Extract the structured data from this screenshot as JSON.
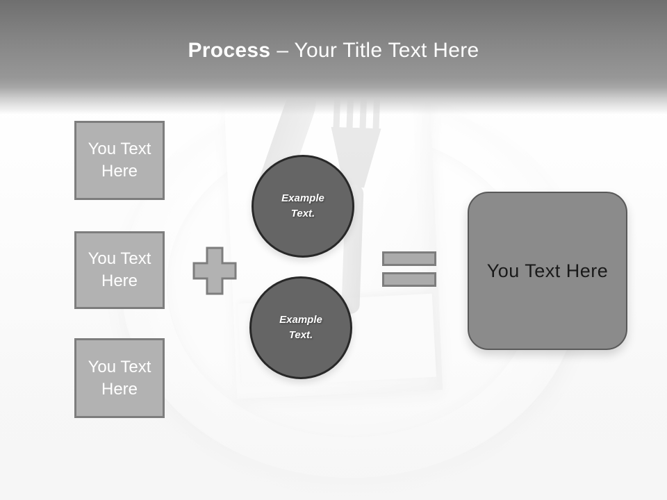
{
  "header": {
    "title_emphasis": "Process",
    "title_rest": "– Your Title Text Here"
  },
  "inputs": [
    {
      "label": "You Text Here"
    },
    {
      "label": "You Text Here"
    },
    {
      "label": "You Text Here"
    }
  ],
  "operators": [
    {
      "icon": "plus-icon"
    },
    {
      "icon": "equals-icon"
    }
  ],
  "steps": [
    {
      "label": "Example Text."
    },
    {
      "label": "Example Text."
    }
  ],
  "result": {
    "label": "You Text Here"
  },
  "background_photo": "plate-with-folded-napkin-fork-and-knife",
  "colors": {
    "header_top": "#6f6f6f",
    "header_bottom": "#a6a6a6",
    "title_text": "#fdfdfd",
    "input_fill": "#b2b2b2",
    "input_border": "#7d7d7d",
    "input_text": "#ffffff",
    "circle_fill": "#656565",
    "circle_border": "#282828",
    "circle_text": "#ffffff",
    "operator_fill": "#b0b0b0",
    "operator_border": "#7d7d7d",
    "result_fill": "#8b8b8b",
    "result_border": "#595959",
    "result_text": "#1a1a1a"
  }
}
